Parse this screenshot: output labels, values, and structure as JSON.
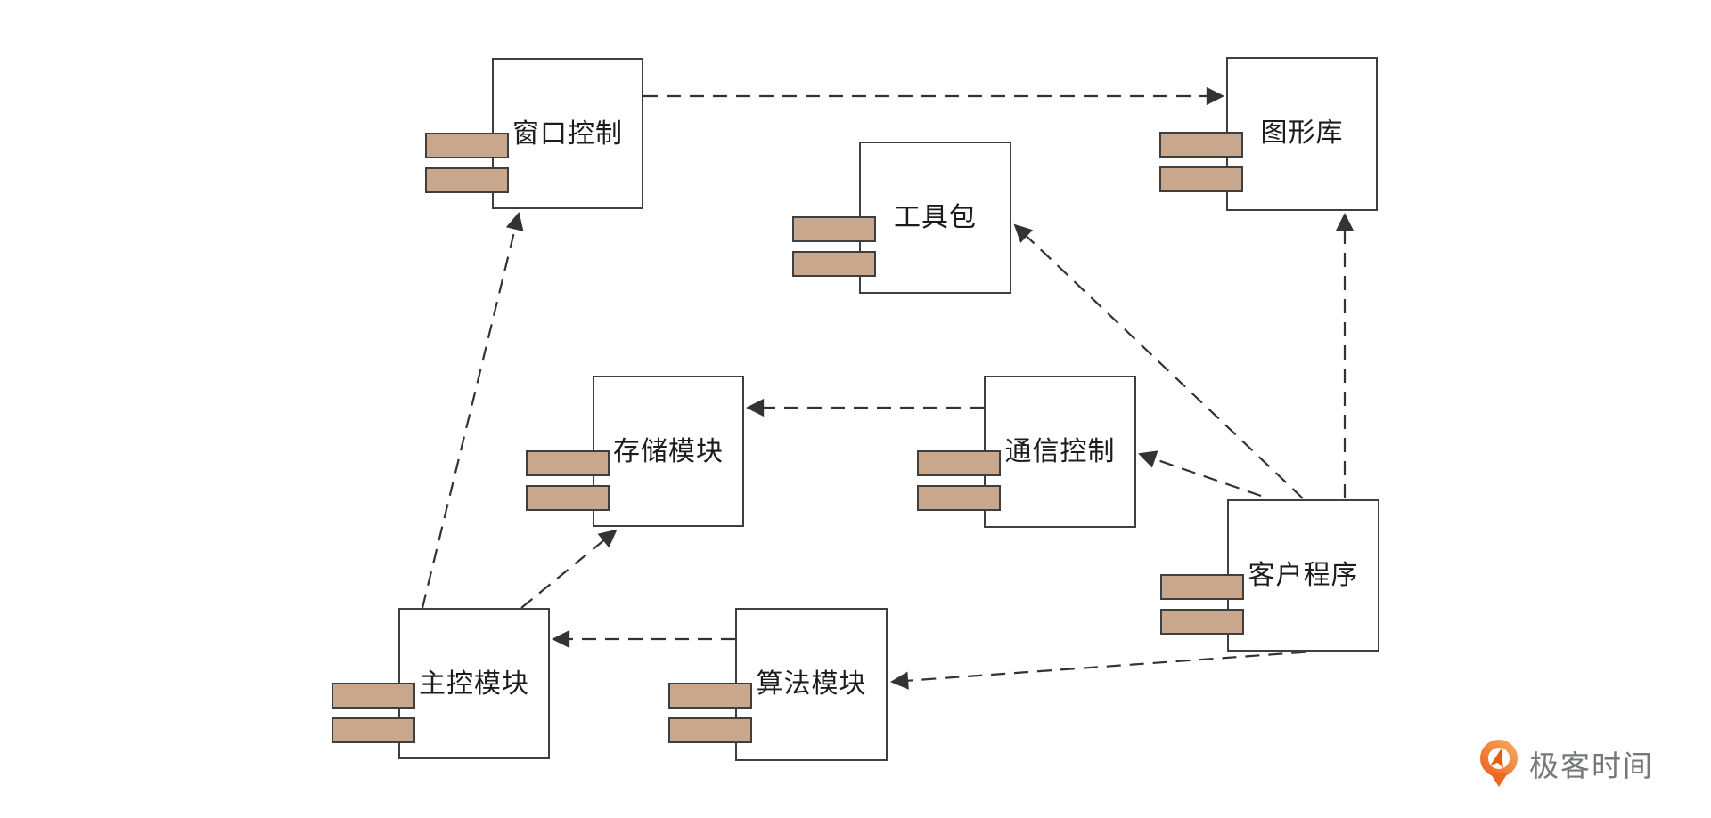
{
  "diagram": {
    "type": "uml-component-diagram",
    "components": [
      {
        "id": "window-control",
        "label": "窗口控制"
      },
      {
        "id": "graphics-library",
        "label": "图形库"
      },
      {
        "id": "toolkit",
        "label": "工具包"
      },
      {
        "id": "storage-module",
        "label": "存储模块"
      },
      {
        "id": "comm-control",
        "label": "通信控制"
      },
      {
        "id": "client-program",
        "label": "客户程序"
      },
      {
        "id": "main-control",
        "label": "主控模块"
      },
      {
        "id": "algorithm-module",
        "label": "算法模块"
      }
    ],
    "dependencies": [
      {
        "from": "window-control",
        "to": "graphics-library"
      },
      {
        "from": "main-control",
        "to": "window-control"
      },
      {
        "from": "main-control",
        "to": "storage-module"
      },
      {
        "from": "algorithm-module",
        "to": "main-control"
      },
      {
        "from": "comm-control",
        "to": "storage-module"
      },
      {
        "from": "client-program",
        "to": "comm-control"
      },
      {
        "from": "client-program",
        "to": "toolkit"
      },
      {
        "from": "client-program",
        "to": "graphics-library"
      },
      {
        "from": "client-program",
        "to": "algorithm-module"
      }
    ],
    "colors": {
      "background": "#ffffff",
      "component_border": "#3f3f3f",
      "port_fill": "#c8a78c",
      "arrow": "#333333",
      "label_text": "#1c1c1c"
    },
    "line_style": "dashed"
  },
  "watermark": {
    "icon": "geektime-logo-icon",
    "text": "极客时间",
    "text_color": "#77787b",
    "icon_color": "#ec6723"
  }
}
